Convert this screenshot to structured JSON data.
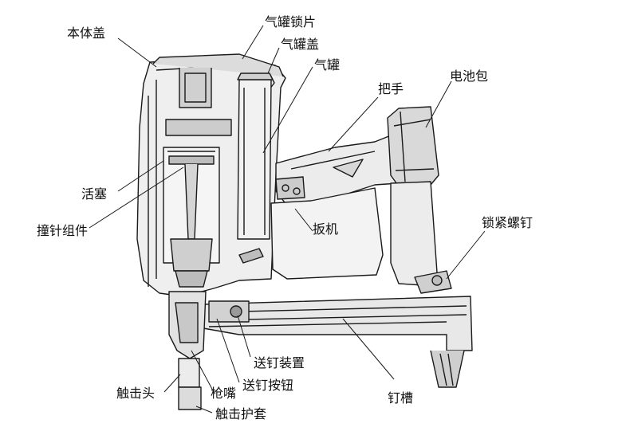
{
  "labels": {
    "body_cover": "本体盖",
    "gas_can_lock": "气罐锁片",
    "gas_can_cap": "气罐盖",
    "gas_can": "气罐",
    "handle": "把手",
    "battery_pack": "电池包",
    "piston": "活塞",
    "striker_assembly": "撞针组件",
    "trigger": "扳机",
    "lock_screw": "锁紧螺钉",
    "nail_feeder": "送钉装置",
    "feed_button": "送钉按钮",
    "nose": "枪嘴",
    "contact_tip": "触击头",
    "contact_tip_cover": "触击护套",
    "magazine": "钉槽"
  },
  "colors": {
    "line": "#1a1a1a",
    "fill_light": "#e8e8e8",
    "fill_mid": "#cfcfcf",
    "fill_dark": "#9a9a9a"
  }
}
